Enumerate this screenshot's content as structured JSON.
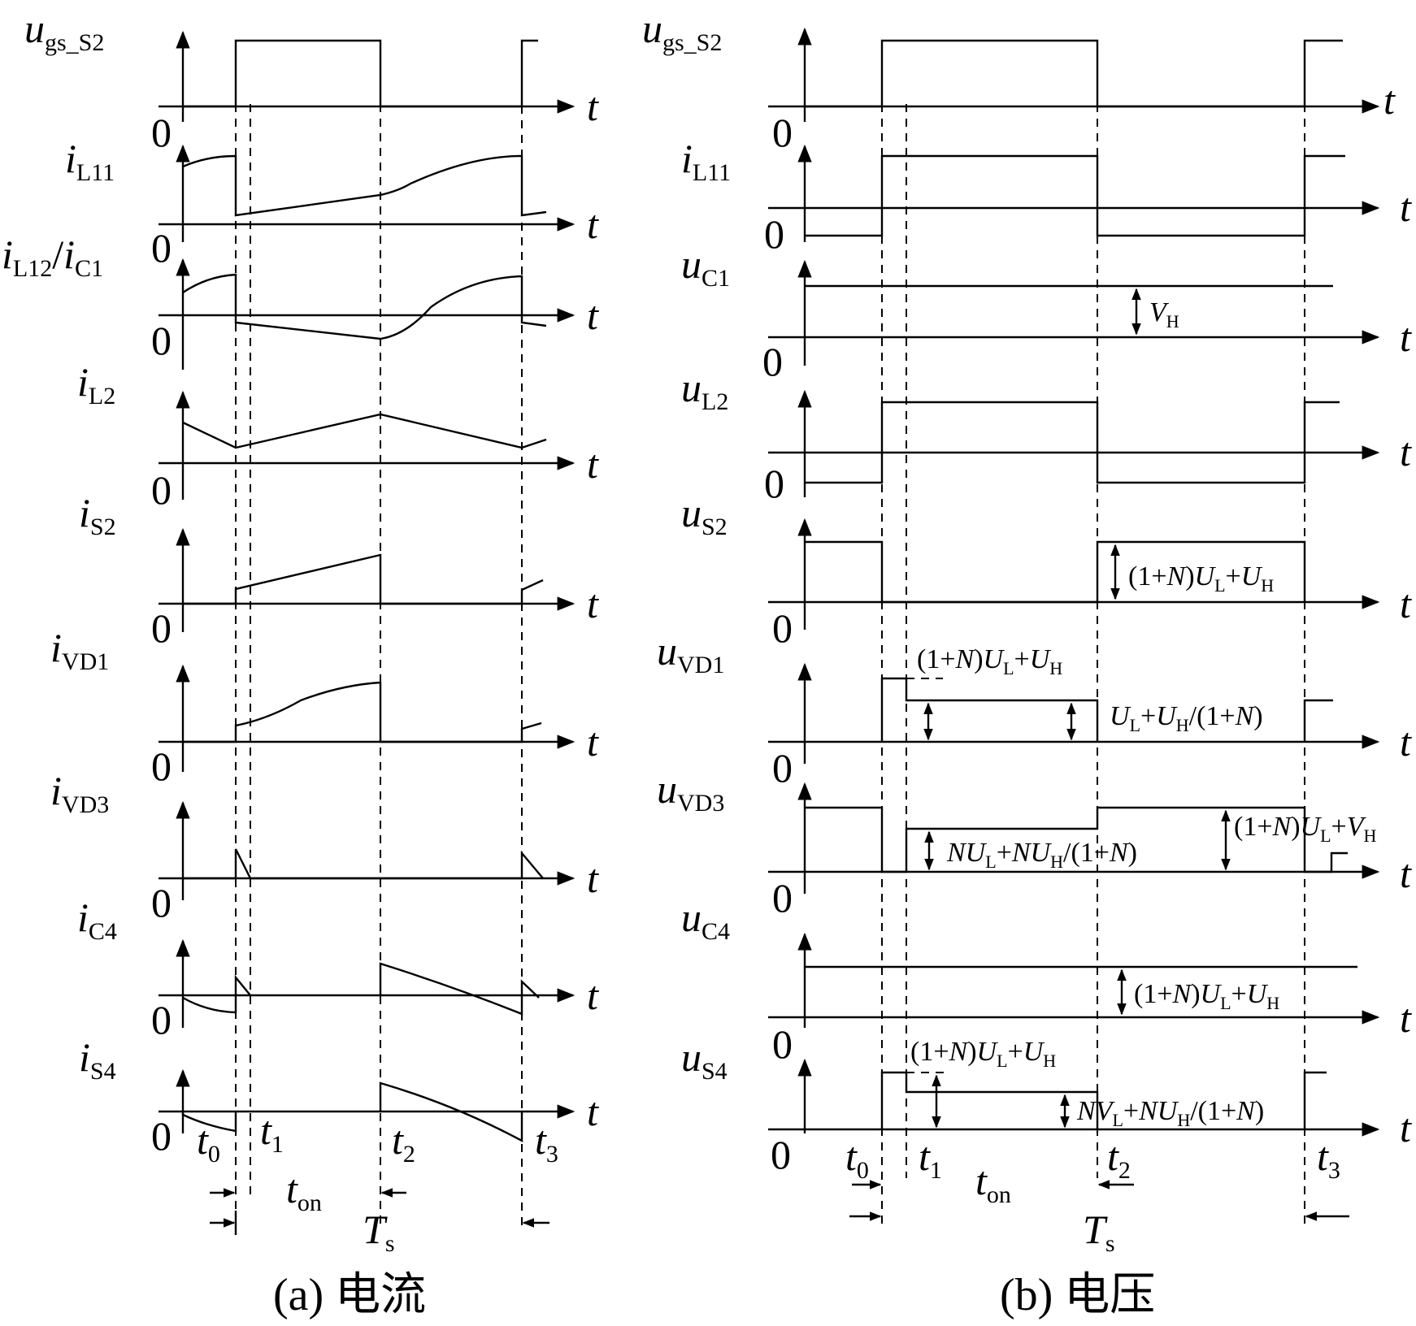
{
  "panel_a": {
    "caption": "(a)  电流",
    "signals": [
      {
        "base": "u",
        "sub": "gs_S2",
        "pre": "",
        "italic_sub": false
      },
      {
        "base": "i",
        "sub": "L11",
        "italic_sub": "L"
      },
      {
        "base": "i",
        "sub": "L12",
        "extra": "/i",
        "sub2": "C1"
      },
      {
        "base": "i",
        "sub": "L2"
      },
      {
        "base": "i",
        "sub": "S2"
      },
      {
        "base": "i",
        "sub": "VD1"
      },
      {
        "base": "i",
        "sub": "VD3"
      },
      {
        "base": "i",
        "sub": "C4"
      },
      {
        "base": "i",
        "sub": "S4"
      }
    ],
    "time_marks": [
      "t0",
      "t1",
      "t2",
      "t3"
    ],
    "ton": "ton",
    "ts": "Ts"
  },
  "panel_b": {
    "caption": "(b)  电压",
    "signals": [
      {
        "base": "u",
        "sub": "gs_S2"
      },
      {
        "base": "i",
        "sub": "L11"
      },
      {
        "base": "u",
        "sub": "C1"
      },
      {
        "base": "u",
        "sub": "L2"
      },
      {
        "base": "u",
        "sub": "S2"
      },
      {
        "base": "u",
        "sub": "VD1"
      },
      {
        "base": "u",
        "sub": "VD3"
      },
      {
        "base": "u",
        "sub": "C4"
      },
      {
        "base": "u",
        "sub": "S4"
      }
    ],
    "annotations": {
      "vh": "VH",
      "us2": "(1+N)UL+UH",
      "uvd1_top": "(1+N)UL+UH",
      "uvd1_right": "UL+UH/(1+N)",
      "uvd3_left": "NUL+NUH/(1+N)",
      "uvd3_right": "(1+N)UL+VH",
      "uc4": "(1+N)UL+UH",
      "us4_top": "(1+N)UL+UH",
      "us4_right": "NVL+NUH/(1+N)"
    }
  },
  "axis_letters": {
    "time": "t",
    "zero": "0"
  }
}
